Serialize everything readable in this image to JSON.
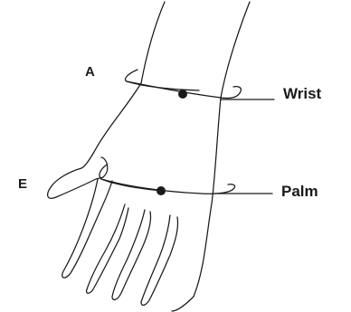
{
  "labels": {
    "point_a": "A",
    "point_e": "E",
    "wrist": "Wrist",
    "palm": "Palm"
  },
  "colors": {
    "ink": "#1a1a1a",
    "background": "#ffffff"
  }
}
